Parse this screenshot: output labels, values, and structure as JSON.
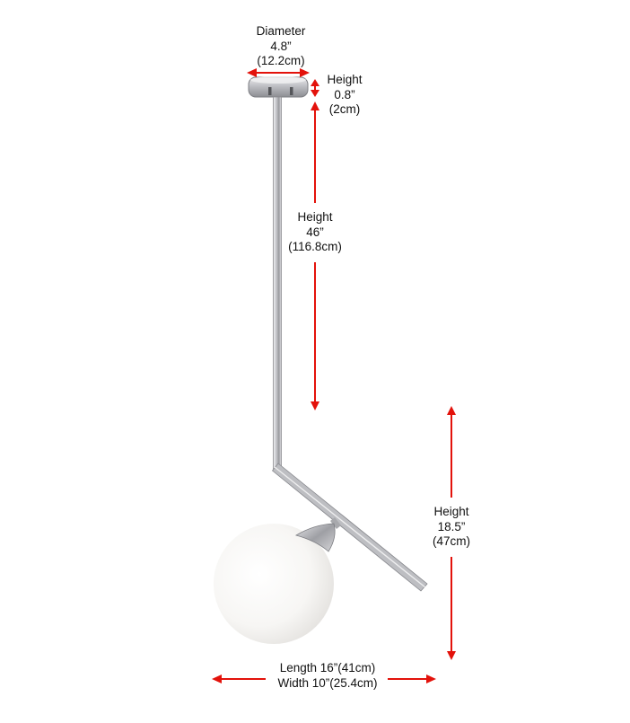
{
  "product": "pendant-light-dimensions",
  "colors": {
    "arrow": "#e3120b",
    "metal": "#c9cace",
    "metal_dark": "#8c8d92",
    "globe": "#f4f3f1",
    "text": "#111111"
  },
  "dimensions": {
    "canopy_diameter": {
      "label": "Diameter",
      "imperial": "4.8”",
      "metric": "(12.2cm)"
    },
    "canopy_height": {
      "label": "Height",
      "imperial": "0.8”",
      "metric": "(2cm)"
    },
    "rod_height": {
      "label": "Height",
      "imperial": "46”",
      "metric": "(116.8cm)"
    },
    "globe_height": {
      "label": "Height",
      "imperial": "18.5”",
      "metric": "(47cm)"
    },
    "length": "Length 16”(41cm)",
    "width": "Width 10”(25.4cm)"
  }
}
